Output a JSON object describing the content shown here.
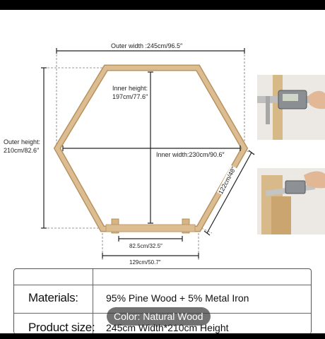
{
  "dimensions": {
    "outer_width": "Outer width :245cm/96.5″",
    "inner_height_line1": "Inner height:",
    "inner_height_line2": "197cm/77.6″",
    "outer_height_line1": "Outer height:",
    "outer_height_line2": "210cm/82.6″",
    "inner_width": "Inner width:230cm/90.6″",
    "side_length": "122cm/48″",
    "base_inner": "82.5cm/32.5″",
    "base_outer": "129cm/50.7″"
  },
  "specs": {
    "materials_label": "Materials:",
    "materials_value": "95% Pine Wood + 5% Metal Iron",
    "size_label": "Product size:",
    "size_value": "245cm Width*210cm Height"
  },
  "overlay": {
    "color_chip": "Color: Natural Wood"
  },
  "colors": {
    "wood": "#d9b98c",
    "wood_edge": "#b8925f",
    "dimension_line": "#222222"
  }
}
